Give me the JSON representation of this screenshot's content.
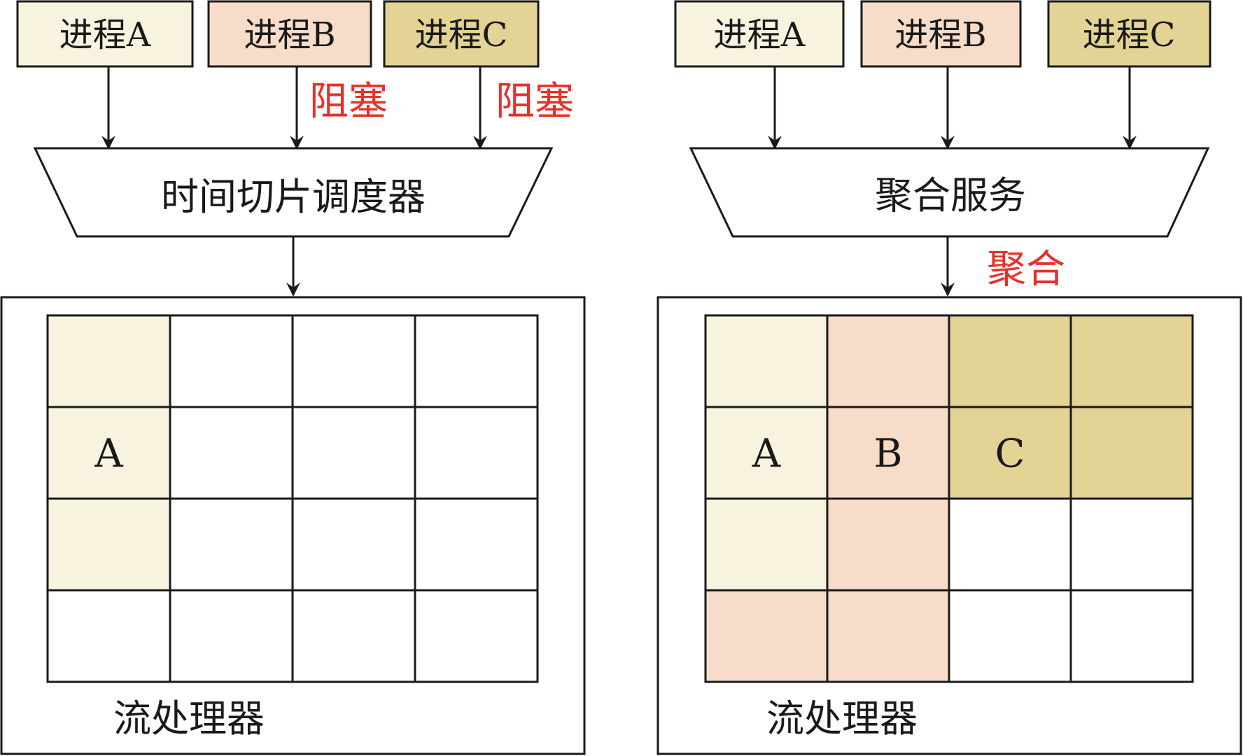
{
  "colors": {
    "process_a": "#f8f3df",
    "process_b": "#f8dcca",
    "process_c": "#e3d394",
    "red_text": "#e8302a",
    "line": "#1a1a1a",
    "empty": "#ffffff"
  },
  "left": {
    "processes": [
      {
        "label": "进程A",
        "color_key": "process_a"
      },
      {
        "label": "进程B",
        "color_key": "process_b"
      },
      {
        "label": "进程C",
        "color_key": "process_c"
      }
    ],
    "arrow_labels": [
      "",
      "阻塞",
      "阻塞"
    ],
    "scheduler_label": "时间切片调度器",
    "output_label": "",
    "processor_label": "流处理器",
    "grid": [
      [
        "process_a",
        "empty",
        "empty",
        "empty"
      ],
      [
        "process_a",
        "empty",
        "empty",
        "empty"
      ],
      [
        "process_a",
        "empty",
        "empty",
        "empty"
      ],
      [
        "empty",
        "empty",
        "empty",
        "empty"
      ]
    ],
    "grid_labels": [
      {
        "row": 1,
        "col": 0,
        "text": "A"
      }
    ]
  },
  "right": {
    "processes": [
      {
        "label": "进程A",
        "color_key": "process_a"
      },
      {
        "label": "进程B",
        "color_key": "process_b"
      },
      {
        "label": "进程C",
        "color_key": "process_c"
      }
    ],
    "arrow_labels": [
      "",
      "",
      ""
    ],
    "scheduler_label": "聚合服务",
    "output_label": "聚合",
    "processor_label": "流处理器",
    "grid": [
      [
        "process_a",
        "process_b",
        "process_c",
        "process_c"
      ],
      [
        "process_a",
        "process_b",
        "process_c",
        "process_c"
      ],
      [
        "process_a",
        "process_b",
        "empty",
        "empty"
      ],
      [
        "process_b",
        "process_b",
        "empty",
        "empty"
      ]
    ],
    "grid_labels": [
      {
        "row": 1,
        "col": 0,
        "text": "A"
      },
      {
        "row": 1,
        "col": 1,
        "text": "B"
      },
      {
        "row": 1,
        "col": 2,
        "text": "C"
      }
    ]
  }
}
